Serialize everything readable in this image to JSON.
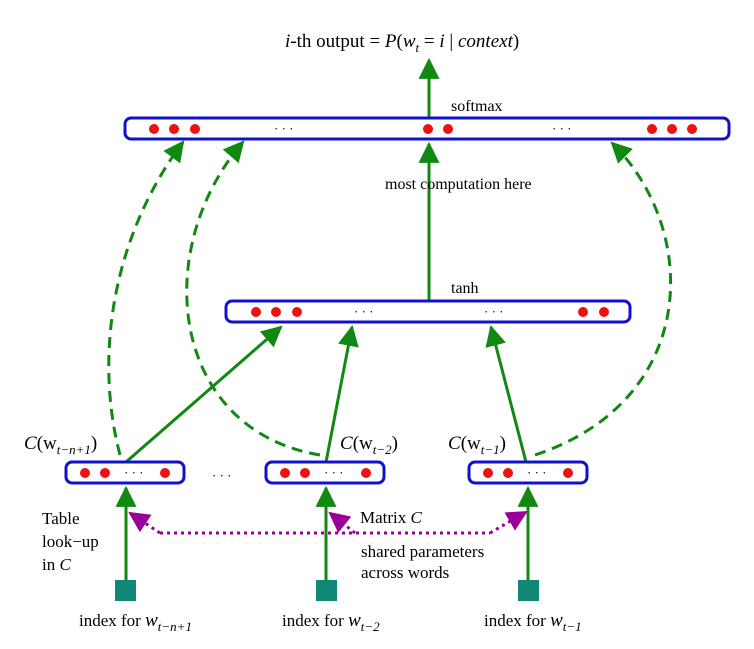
{
  "colors": {
    "layer_border": "#1111cc",
    "neuron": "#ee1111",
    "arrow": "#118811",
    "dashed_arrow": "#118811",
    "shared_link": "#990099",
    "index_box": "#118877"
  },
  "labels": {
    "output_prefix": "i",
    "output_mid": "-th output = ",
    "output_P": "P",
    "output_open": "(",
    "output_w": "w",
    "output_w_sub": "t",
    "output_eq": " = ",
    "output_i": "i",
    "output_bar": " | ",
    "output_context": "context",
    "output_close": ")",
    "softmax": "softmax",
    "most_computation": "most  computation here",
    "tanh": "tanh",
    "ellipsis": "· · ·",
    "emb_left_C": "C",
    "emb_left_w": "(w",
    "emb_left_sub": "t−n+1",
    "emb_left_close": ")",
    "emb_mid_C": "C",
    "emb_mid_w": "(w",
    "emb_mid_sub": "t−2",
    "emb_mid_close": ")",
    "emb_right_C": "C",
    "emb_right_w": "(w",
    "emb_right_sub": "t−1",
    "emb_right_close": ")",
    "table_line1": "Table",
    "table_line2": "look−up",
    "table_line3_prefix": "in ",
    "table_line3_C": "C",
    "matrix_prefix": "Matrix ",
    "matrix_C": "C",
    "shared_line1": "shared parameters",
    "shared_line2": "across words",
    "index_prefix": "index for ",
    "index_left_w": "w",
    "index_left_sub": "t−n+1",
    "index_mid_w": "w",
    "index_mid_sub": "t−2",
    "index_right_w": "w",
    "index_right_sub": "t−1"
  }
}
